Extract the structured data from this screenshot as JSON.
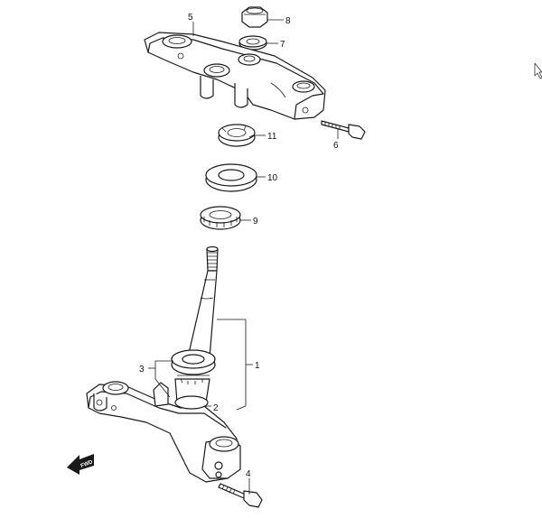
{
  "diagram": {
    "callouts": {
      "c1": "1",
      "c2": "2",
      "c3": "3",
      "c4": "4",
      "c5": "5",
      "c6": "6",
      "c7": "7",
      "c8": "8",
      "c9": "9",
      "c10": "10",
      "c11": "11"
    },
    "direction_label": "FWD"
  },
  "cursor": {
    "icon": "mouse-pointer-icon"
  }
}
